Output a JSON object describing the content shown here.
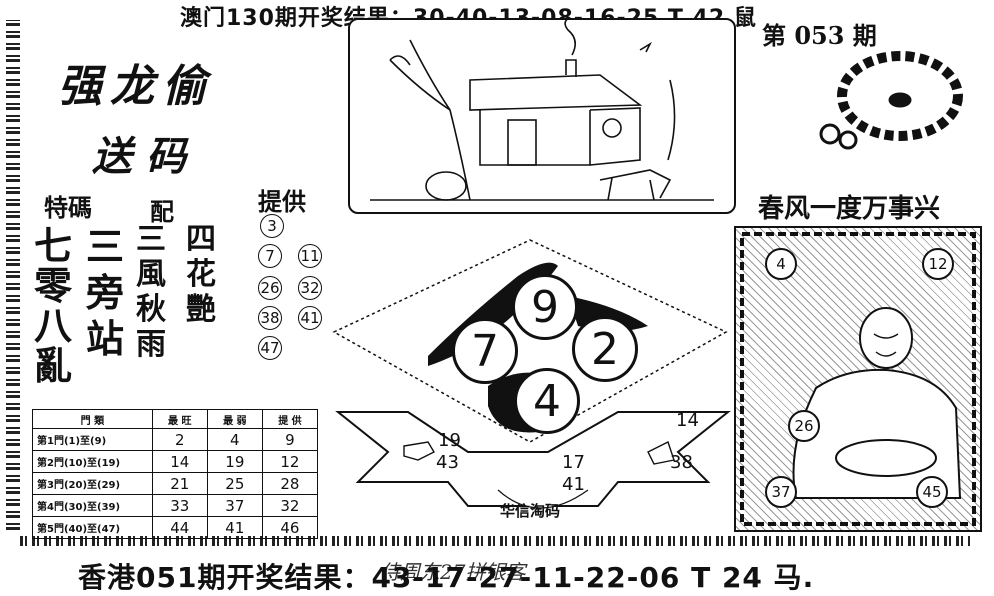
{
  "header": {
    "top_result": "澳门130期开奖结果：30-40-13-08-16-25 T 42 鼠"
  },
  "footer": {
    "bottom_result": "香港051期开奖结果：43-17-27-11-22-06 T 24 马."
  },
  "brand": {
    "name": "强龙偷",
    "subtitle": "送码"
  },
  "special": {
    "label_special": "特碼",
    "label_pair": "配",
    "label_provide": "提供",
    "col1": [
      "七",
      "零",
      "八",
      "亂"
    ],
    "col2": [
      "三",
      "旁",
      "站"
    ],
    "col3": [
      "三",
      "風",
      "秋",
      "雨"
    ],
    "col4": [
      "四",
      "花",
      "艷"
    ],
    "provide_numbers": [
      "3",
      "7",
      "11",
      "26",
      "32",
      "38",
      "41",
      "47"
    ]
  },
  "stats_table": {
    "headers": [
      "門 類",
      "最 旺",
      "最 弱",
      "提 供"
    ],
    "rows": [
      [
        "第1門(1)至(9)",
        "2",
        "4",
        "9"
      ],
      [
        "第2門(10)至(19)",
        "14",
        "19",
        "12"
      ],
      [
        "第3門(20)至(29)",
        "21",
        "25",
        "28"
      ],
      [
        "第4門(30)至(39)",
        "33",
        "37",
        "32"
      ],
      [
        "第5門(40)至(47)",
        "44",
        "41",
        "46"
      ]
    ]
  },
  "issue": {
    "period": "第 053 期",
    "slogan": "春风一度万事兴"
  },
  "center": {
    "balls": [
      "9",
      "7",
      "2",
      "4"
    ],
    "banner_numbers": [
      "19",
      "43",
      "17",
      "41",
      "14",
      "38"
    ],
    "banner_caption": "华信淘码"
  },
  "buddha": {
    "numbers": [
      "4",
      "12",
      "26",
      "37",
      "45"
    ]
  },
  "footer_stamp": {
    "text": "侍周东27拼银客"
  }
}
